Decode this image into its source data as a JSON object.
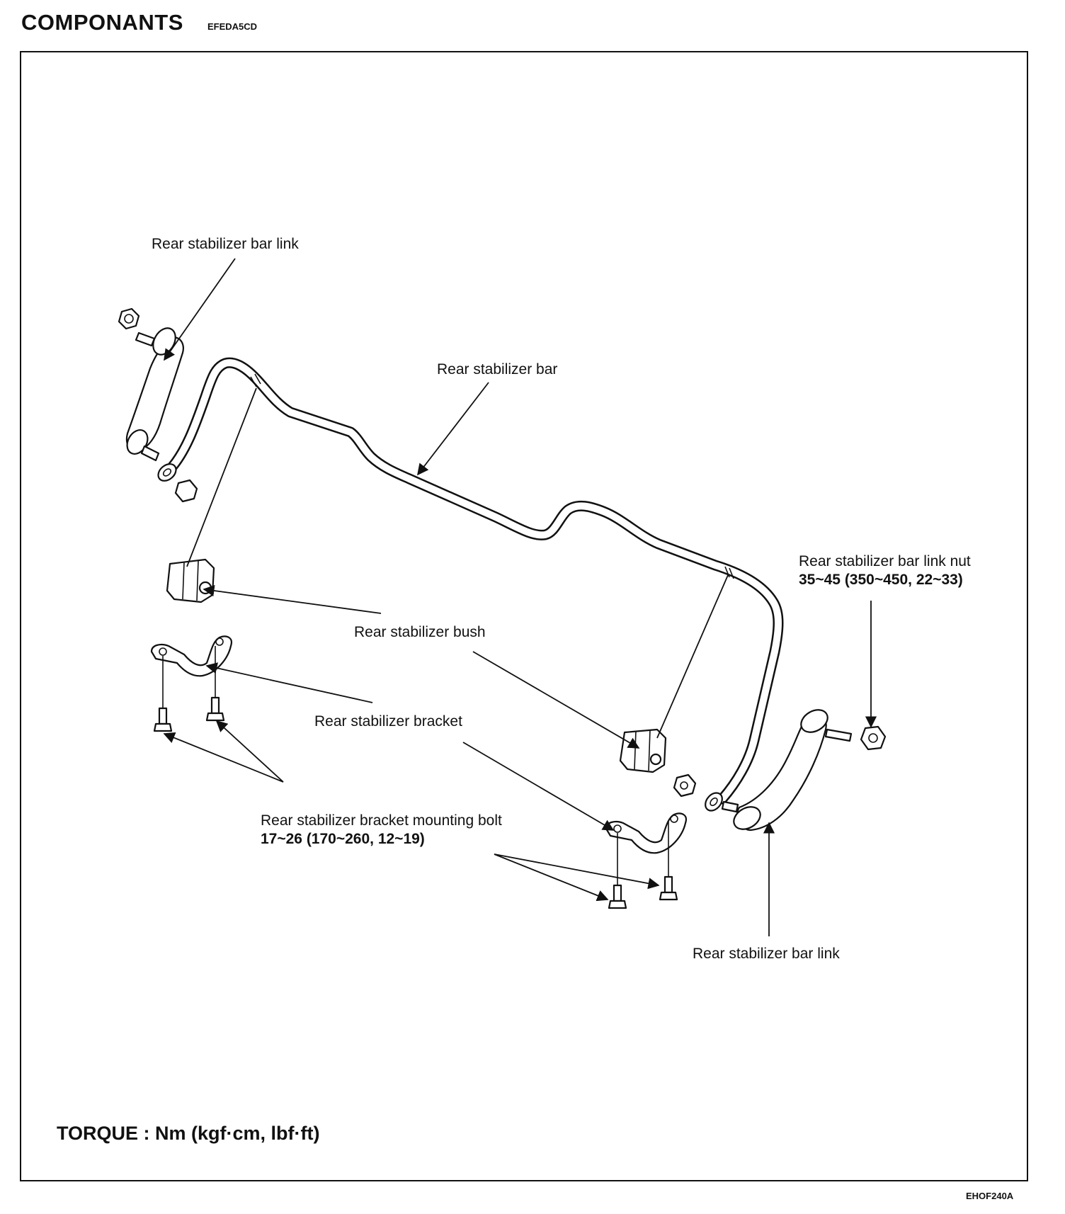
{
  "header": {
    "title": "COMPONANTS",
    "code": "EFEDA5CD"
  },
  "labels": {
    "link_top": "Rear stabilizer bar link",
    "bar": "Rear stabilizer bar",
    "link_nut": "Rear stabilizer bar link nut",
    "link_nut_torque": "35~45 (350~450, 22~33)",
    "bush": "Rear stabilizer bush",
    "bracket": "Rear stabilizer bracket",
    "bracket_bolt": "Rear stabilizer bracket mounting bolt",
    "bracket_bolt_torque": "17~26 (170~260, 12~19)",
    "link_bottom": "Rear stabilizer bar link"
  },
  "footer": {
    "torque_unit": "TORQUE : Nm (kgf·cm, lbf·ft)",
    "figure_ref": "EHOF240A"
  }
}
